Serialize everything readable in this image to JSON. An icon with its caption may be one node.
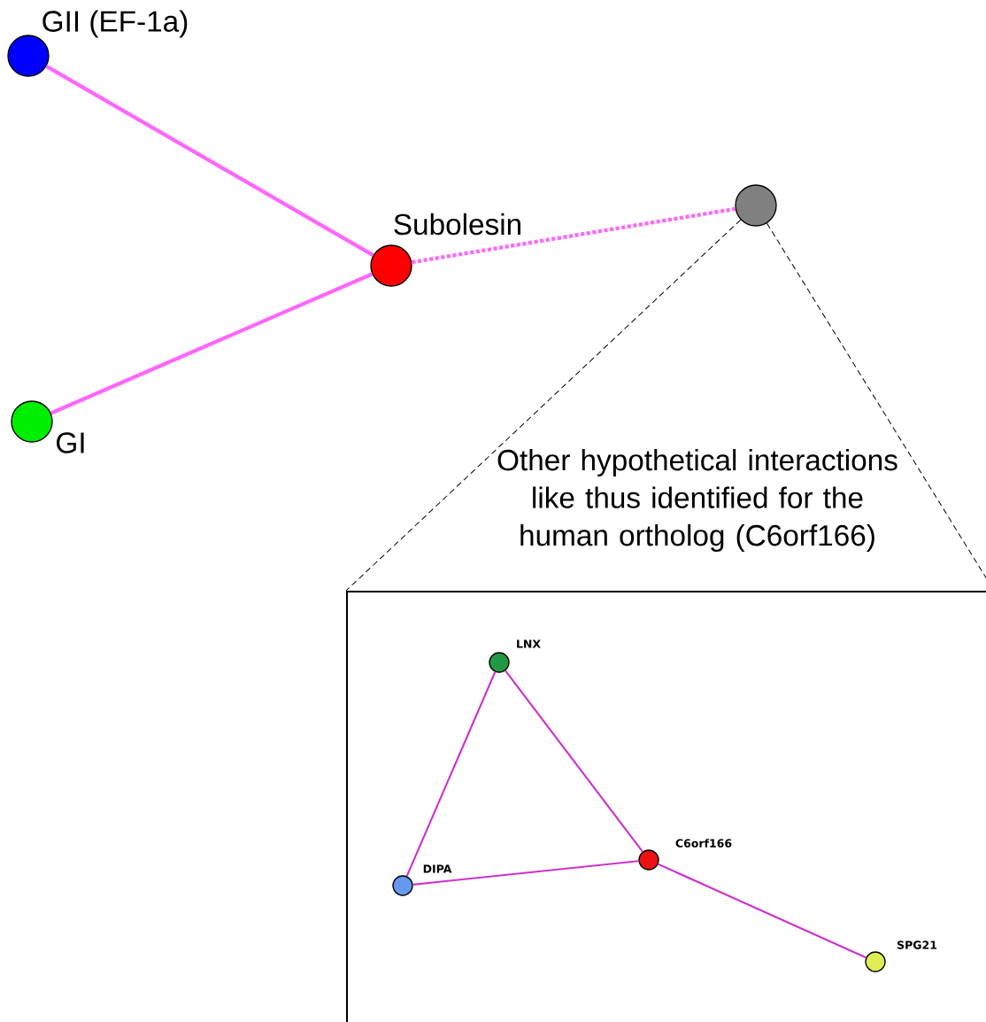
{
  "diagram": {
    "nodes": [
      {
        "text": [
          "GII (EF-1a)"
        ]
      },
      {
        "text": [
          "Subolesin"
        ]
      },
      {
        "text": [
          "GI"
        ]
      },
      {
        "text": [],
        "shape": "circle"
      },
      {
        "text": [],
        "shape": "box"
      },
      {
        "text": [
          "LNX"
        ],
        "in": 4
      },
      {
        "text": [
          "DIPA"
        ],
        "in": 4
      },
      {
        "text": [
          "C6orf166"
        ],
        "in": 4
      },
      {
        "text": [
          "SPG21"
        ],
        "in": 4
      }
    ],
    "edges": [
      {
        "from": 0,
        "to": 1,
        "arrow": "none",
        "style": "thick",
        "color": "#ff66ff"
      },
      {
        "from": 2,
        "to": 1,
        "arrow": "none",
        "style": "thick",
        "color": "#ff66ff"
      },
      {
        "from": 1,
        "to": 3,
        "arrow": "none",
        "style": "dashed",
        "color": "#ff66ff"
      },
      {
        "from": 3,
        "to": 4,
        "arrow": "none",
        "style": "dashed",
        "color": "#000000"
      },
      {
        "from": 3,
        "to": 4,
        "arrow": "none",
        "style": "dashed",
        "color": "#000000"
      },
      {
        "from": 5,
        "to": 6,
        "arrow": "none"
      },
      {
        "from": 5,
        "to": 7,
        "arrow": "none"
      },
      {
        "from": 6,
        "to": 7,
        "arrow": "none"
      },
      {
        "from": 7,
        "to": 8,
        "arrow": "none"
      }
    ],
    "labels": [
      "Other hypothetical interactions like thus identified for the human ortholog (C6orf166)"
    ]
  }
}
